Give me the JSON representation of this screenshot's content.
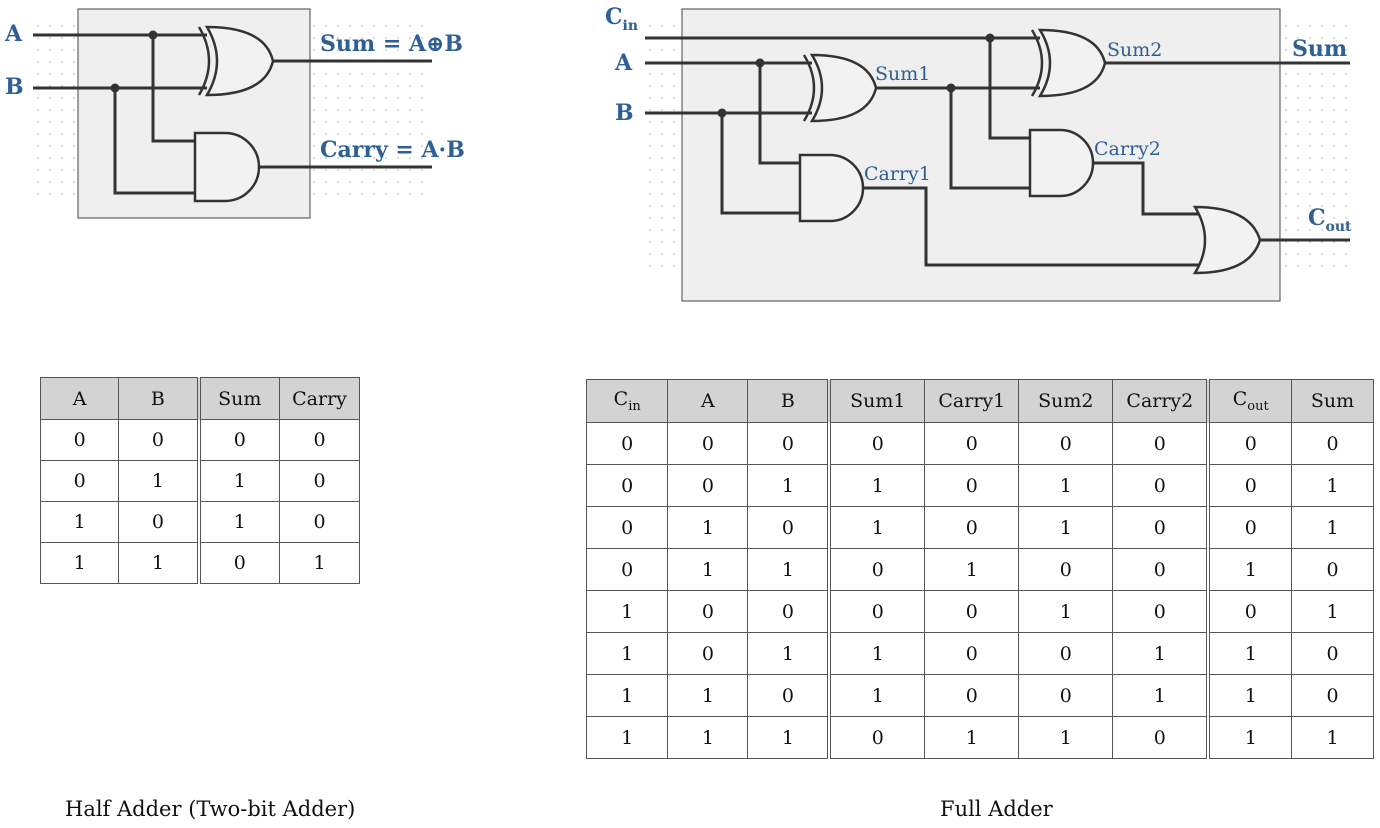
{
  "half_adder": {
    "inputs": {
      "a": "A",
      "b": "B"
    },
    "outputs": {
      "sum": "Sum = A⊕B",
      "carry": "Carry = A·B"
    },
    "table": {
      "headers": [
        "A",
        "B",
        "Sum",
        "Carry"
      ],
      "rows": [
        [
          "0",
          "0",
          "0",
          "0"
        ],
        [
          "0",
          "1",
          "1",
          "0"
        ],
        [
          "1",
          "0",
          "1",
          "0"
        ],
        [
          "1",
          "1",
          "0",
          "1"
        ]
      ]
    },
    "caption": "Half Adder (Two-bit Adder)"
  },
  "full_adder": {
    "inputs": {
      "cin_main": "C",
      "cin_sub": "in",
      "a": "A",
      "b": "B"
    },
    "internal": {
      "sum1": "Sum1",
      "sum2": "Sum2",
      "carry1": "Carry1",
      "carry2": "Carry2"
    },
    "outputs": {
      "sum": "Sum",
      "cout_main": "C",
      "cout_sub": "out"
    },
    "table": {
      "headers": [
        "A",
        "B",
        "Sum1",
        "Carry1",
        "Sum2",
        "Carry2",
        "Sum"
      ],
      "header_cin": {
        "main": "C",
        "sub": "in"
      },
      "header_cout": {
        "main": "C",
        "sub": "out"
      },
      "rows": [
        [
          "0",
          "0",
          "0",
          "0",
          "0",
          "0",
          "0",
          "0",
          "0"
        ],
        [
          "0",
          "0",
          "1",
          "1",
          "0",
          "1",
          "0",
          "0",
          "1"
        ],
        [
          "0",
          "1",
          "0",
          "1",
          "0",
          "1",
          "0",
          "0",
          "1"
        ],
        [
          "0",
          "1",
          "1",
          "0",
          "1",
          "0",
          "0",
          "1",
          "0"
        ],
        [
          "1",
          "0",
          "0",
          "0",
          "0",
          "1",
          "0",
          "0",
          "1"
        ],
        [
          "1",
          "0",
          "1",
          "1",
          "0",
          "0",
          "1",
          "1",
          "0"
        ],
        [
          "1",
          "1",
          "0",
          "1",
          "0",
          "0",
          "1",
          "1",
          "0"
        ],
        [
          "1",
          "1",
          "1",
          "0",
          "1",
          "1",
          "0",
          "1",
          "1"
        ]
      ]
    },
    "caption": "Full Adder"
  },
  "colors": {
    "label": "#2e5f95",
    "wire": "#333333",
    "panel": "#efefef",
    "header": "#d3d3d3"
  }
}
